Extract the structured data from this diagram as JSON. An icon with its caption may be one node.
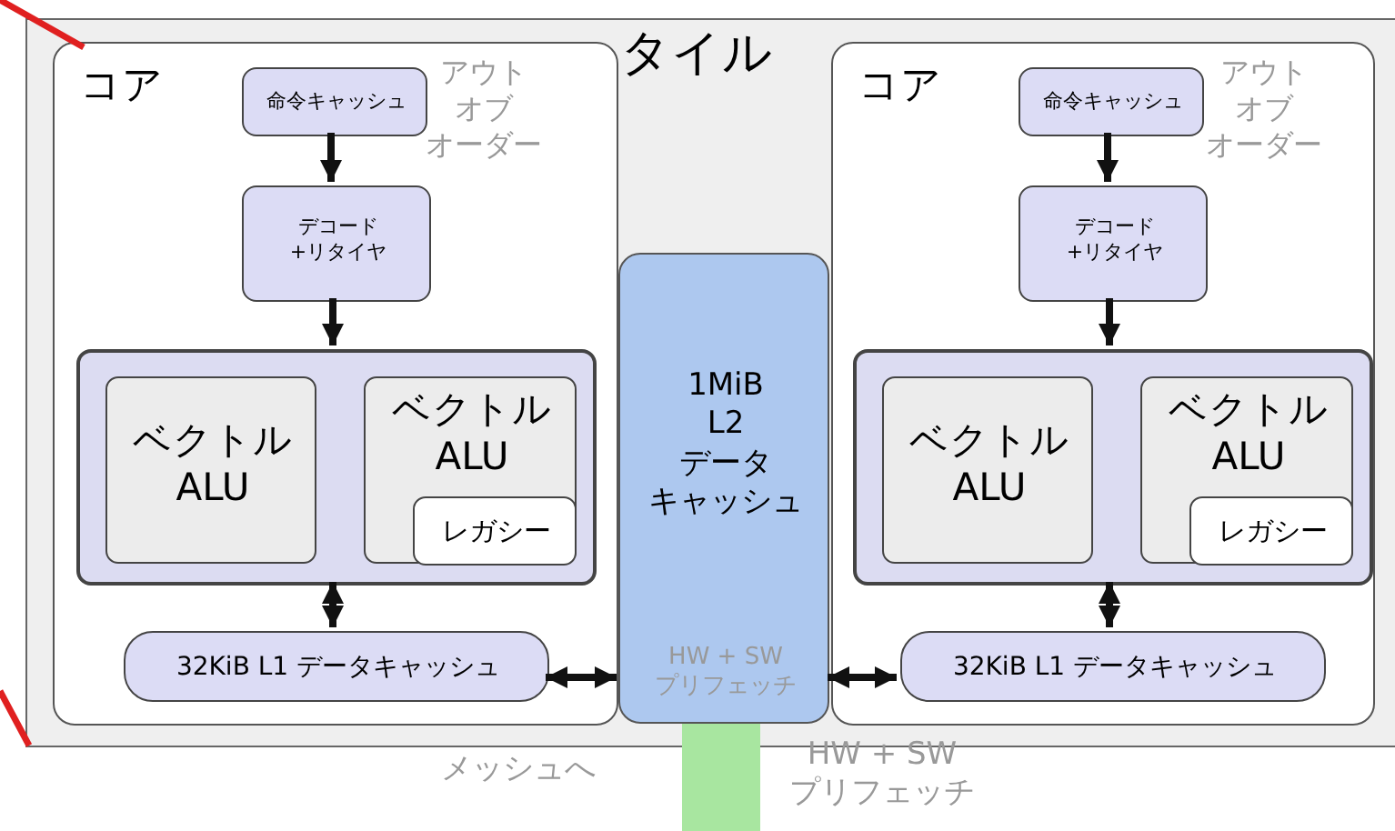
{
  "diagram": {
    "nodes": [
      {
        "text": [
          "タイル"
        ]
      },
      {
        "text": [
          "コア",
          "アウトオブオーダー"
        ],
        "in": 0
      },
      {
        "text": [
          "命令キャッシュ"
        ],
        "in": 1
      },
      {
        "text": [
          "デコード+リタイヤ"
        ],
        "in": 1
      },
      {
        "text": [],
        "shape": "box",
        "in": 1
      },
      {
        "text": [
          "ベクトル ALU"
        ],
        "in": 4
      },
      {
        "text": [
          "ベクトル ALU"
        ],
        "in": 4
      },
      {
        "text": [
          "レガシー"
        ],
        "in": 6
      },
      {
        "text": [
          "32KiB L1 データキャッシュ"
        ],
        "in": 1
      },
      {
        "text": [
          "1MiB L2 データキャッシュ",
          "HW + SW プリフェッチ"
        ],
        "in": 0
      },
      {
        "text": [
          "コア",
          "アウトオブオーダー"
        ],
        "in": 0
      },
      {
        "text": [
          "命令キャッシュ"
        ],
        "in": 10
      },
      {
        "text": [
          "デコード+リタイヤ"
        ],
        "in": 10
      },
      {
        "text": [],
        "shape": "box",
        "in": 10
      },
      {
        "text": [
          "ベクトル ALU"
        ],
        "in": 13
      },
      {
        "text": [
          "ベクトル ALU"
        ],
        "in": 13
      },
      {
        "text": [
          "レガシー"
        ],
        "in": 15
      },
      {
        "text": [
          "32KiB L1 データキャッシュ"
        ],
        "in": 10
      },
      {
        "text": [],
        "shape": "bar"
      }
    ],
    "labels": [
      "メッシュへ",
      "HW + SW プリフェッチ"
    ],
    "edges": [
      {
        "from": 2,
        "to": 3,
        "arrow": "to"
      },
      {
        "from": 3,
        "to": 4,
        "arrow": "to"
      },
      {
        "from": 4,
        "to": 8,
        "arrow": "both"
      },
      {
        "from": 8,
        "to": 9,
        "arrow": "both"
      },
      {
        "from": 9,
        "to": 17,
        "arrow": "both"
      },
      {
        "from": 11,
        "to": 12,
        "arrow": "to"
      },
      {
        "from": 12,
        "to": 13,
        "arrow": "to"
      },
      {
        "from": 13,
        "to": 17,
        "arrow": "both"
      }
    ]
  }
}
